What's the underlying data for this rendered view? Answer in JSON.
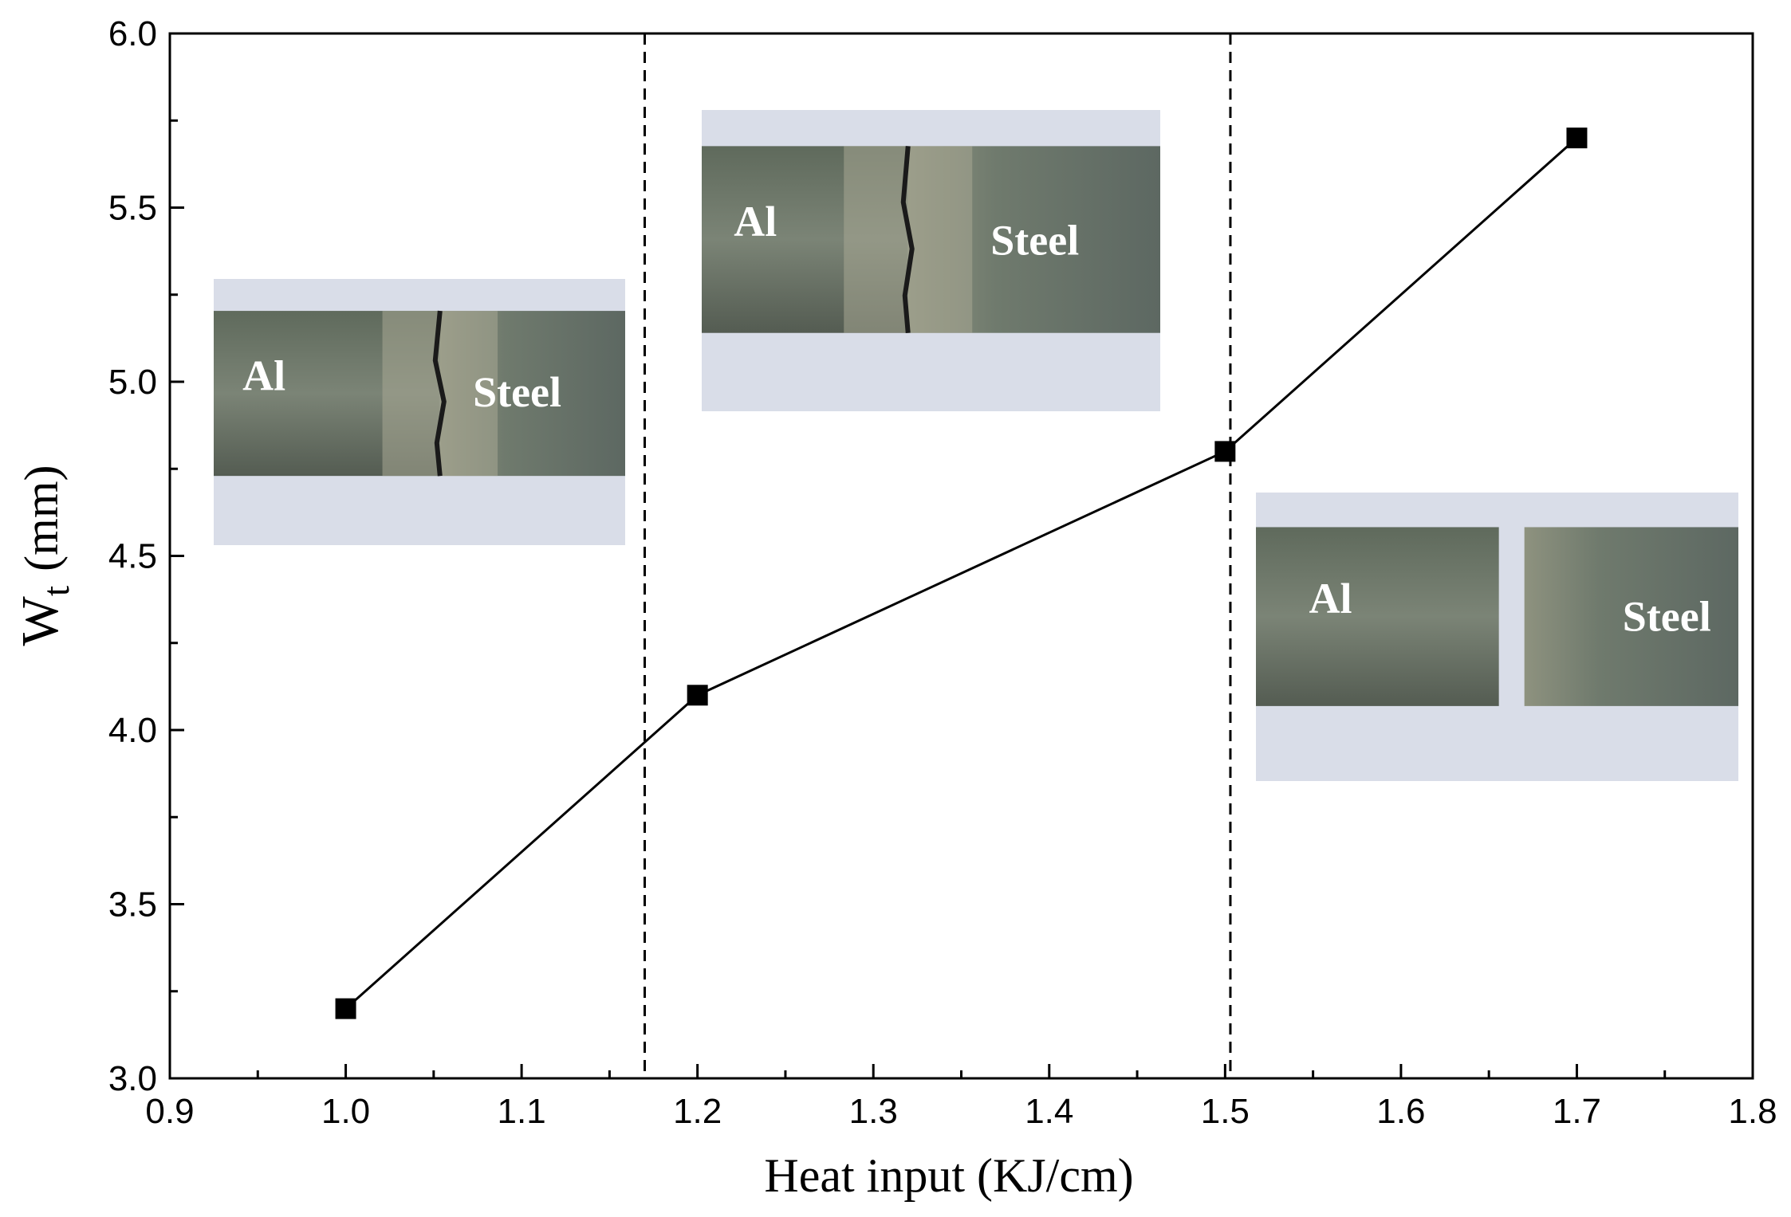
{
  "chart_data": {
    "type": "line",
    "xlabel": "Heat input (KJ/cm)",
    "ylabel_main": "W",
    "ylabel_sub": "t",
    "ylabel_unit": "(mm)",
    "xlim": [
      0.9,
      1.8
    ],
    "ylim": [
      3.0,
      6.0
    ],
    "x_ticks": [
      "0.9",
      "1.0",
      "1.1",
      "1.2",
      "1.3",
      "1.4",
      "1.5",
      "1.6",
      "1.7",
      "1.8"
    ],
    "y_ticks": [
      "3.0",
      "3.5",
      "4.0",
      "4.5",
      "5.0",
      "5.5",
      "6.0"
    ],
    "grid": false,
    "series": [
      {
        "x": [
          1.0,
          1.2,
          1.5,
          1.7
        ],
        "y": [
          3.2,
          4.1,
          4.8,
          5.7
        ],
        "marker": "square",
        "color": "#000000"
      }
    ],
    "reference_lines": [
      {
        "orientation": "vertical",
        "x": 1.17,
        "style": "dashed"
      },
      {
        "orientation": "vertical",
        "x": 1.503,
        "style": "dashed"
      }
    ],
    "insets": [
      {
        "left_label": "Al",
        "right_label": "Steel",
        "condition": "crack"
      },
      {
        "left_label": "Al",
        "right_label": "Steel",
        "condition": "partial-fracture"
      },
      {
        "left_label": "Al",
        "right_label": "Steel",
        "condition": "full-fracture"
      }
    ]
  }
}
